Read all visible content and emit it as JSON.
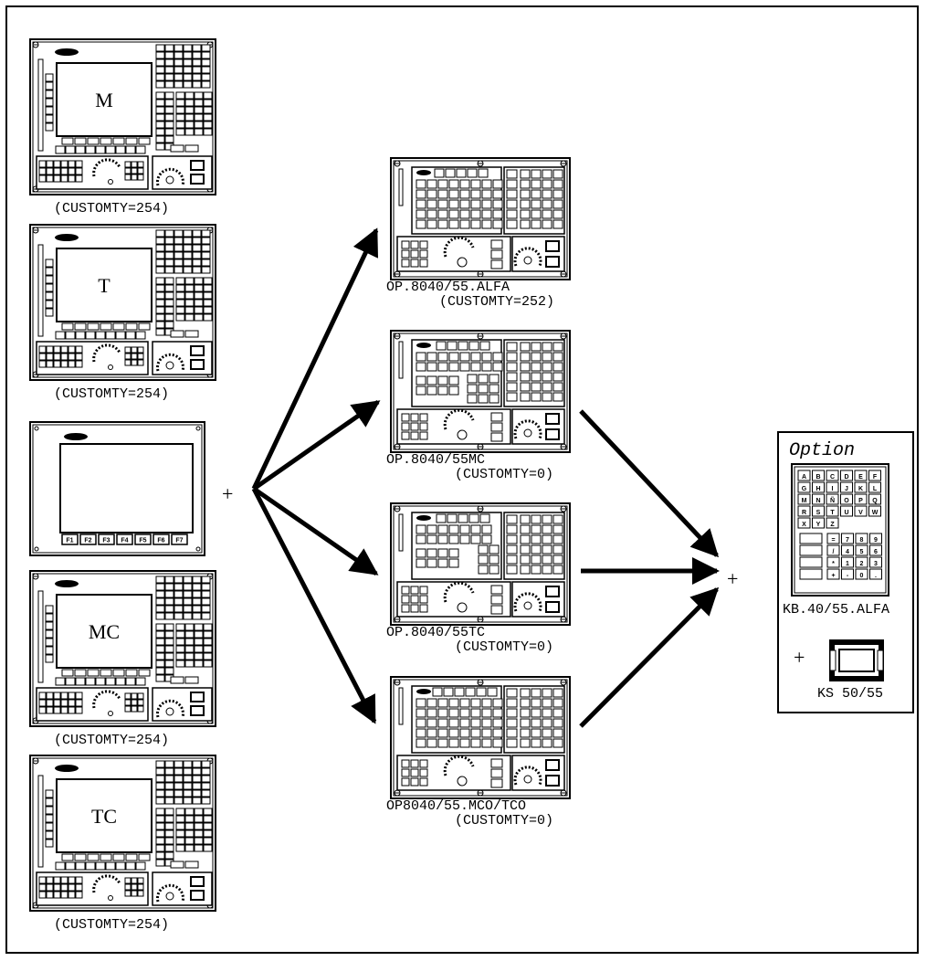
{
  "left_panels": [
    {
      "label": "M",
      "caption": "(CUSTOMTY=254)"
    },
    {
      "label": "T",
      "caption": "(CUSTOMTY=254)"
    },
    {
      "label": "MC",
      "caption": "(CUSTOMTY=254)"
    },
    {
      "label": "TC",
      "caption": "(CUSTOMTY=254)"
    }
  ],
  "monitor": {
    "function_keys": [
      "F1",
      "F2",
      "F3",
      "F4",
      "F5",
      "F6",
      "F7"
    ]
  },
  "plus_symbol": "+",
  "operator_panels": [
    {
      "name": "OP.8040/55.ALFA",
      "customty": "(CUSTOMTY=252)"
    },
    {
      "name": "OP.8040/55MC",
      "customty": "(CUSTOMTY=0)"
    },
    {
      "name": "OP.8040/55TC",
      "customty": "(CUSTOMTY=0)"
    },
    {
      "name": "OP8040/55.MCO/TCO",
      "customty": "(CUSTOMTY=0)"
    }
  ],
  "option": {
    "title": "Option",
    "keyboard_label": "KB.40/55.ALFA",
    "keyboard_keys": [
      "A",
      "B",
      "C",
      "D",
      "E",
      "F",
      "G",
      "H",
      "I",
      "J",
      "K",
      "L",
      "M",
      "N",
      "Ñ",
      "O",
      "P",
      "Q",
      "R",
      "S",
      "T",
      "U",
      "V",
      "W",
      "X",
      "Y",
      "Z"
    ],
    "numpad_keys": [
      "=",
      "7",
      "8",
      "9",
      "/",
      "4",
      "5",
      "6",
      "*",
      "1",
      "2",
      "3",
      "+",
      "-",
      "0",
      "."
    ],
    "switch_label": "KS 50/55"
  }
}
